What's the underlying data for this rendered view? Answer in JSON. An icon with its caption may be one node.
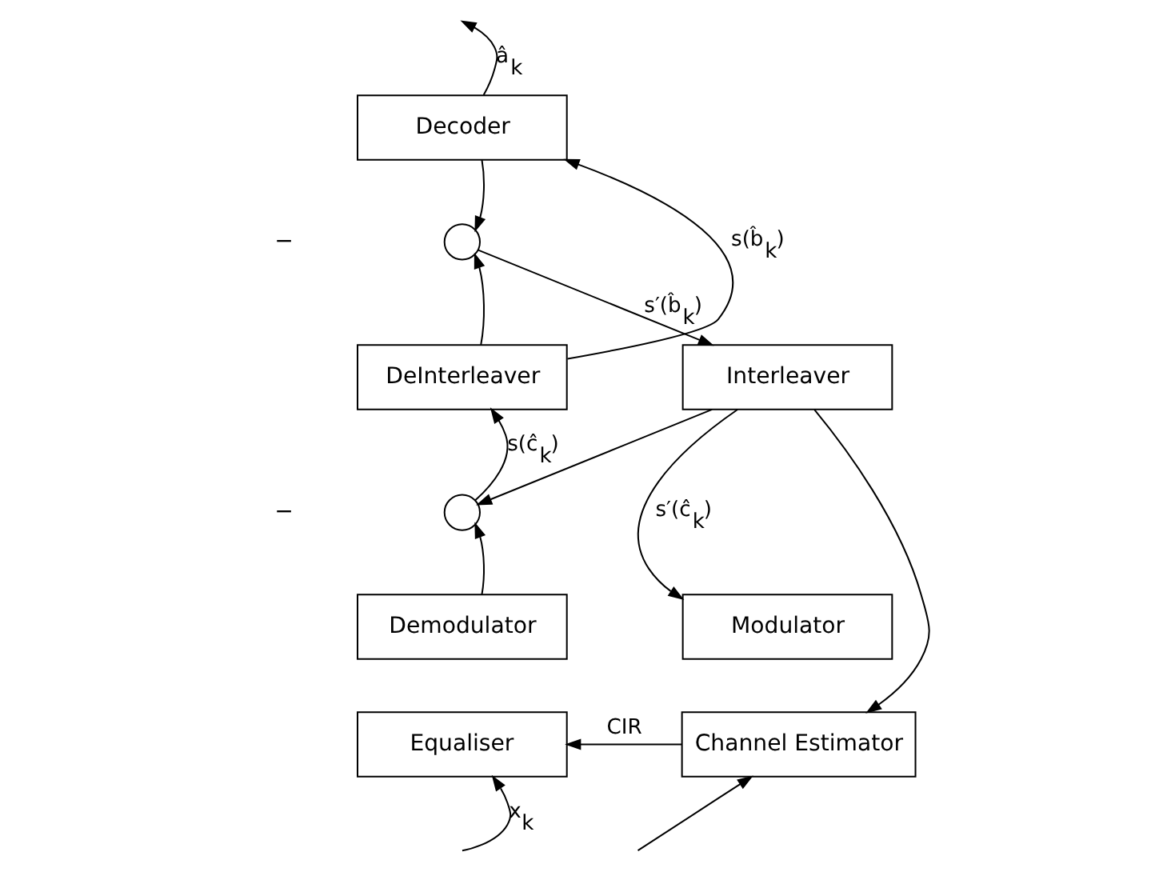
{
  "diagram": {
    "nodes": [
      {
        "text": [
          "Decoder"
        ]
      },
      {
        "text": [
          "DeInterleaver"
        ]
      },
      {
        "text": [
          "Interleaver"
        ]
      },
      {
        "text": [
          "Demodulator"
        ]
      },
      {
        "text": [
          "Modulator"
        ]
      },
      {
        "text": [
          "Equaliser"
        ]
      },
      {
        "text": [
          "Channel Estimator"
        ]
      },
      {
        "text": [],
        "shape": "circle"
      },
      {
        "text": [],
        "shape": "circle"
      }
    ],
    "edges": [
      {
        "from": 0,
        "to": null,
        "arrow": "to",
        "label": "â$_{k}$"
      },
      {
        "from": 1,
        "to": 0,
        "arrow": "to",
        "label": "s(b̂$_{k}$)"
      },
      {
        "from": 1,
        "to": 7,
        "arrow": "to"
      },
      {
        "from": 0,
        "to": 7,
        "arrow": "to"
      },
      {
        "from": 7,
        "to": 2,
        "arrow": "to",
        "label": "s′(b̂$_{k}$)"
      },
      {
        "from": 2,
        "to": 4,
        "arrow": "to",
        "label": "s′(ĉ$_{k}$)"
      },
      {
        "from": 2,
        "to": 8,
        "arrow": "to"
      },
      {
        "from": 2,
        "to": 6,
        "arrow": "to"
      },
      {
        "from": 3,
        "to": 8,
        "arrow": "to"
      },
      {
        "from": 8,
        "to": 1,
        "arrow": "to",
        "label": "s(ĉ$_{k}$)"
      },
      {
        "from": 6,
        "to": 5,
        "arrow": "to",
        "label": "CIR"
      },
      {
        "from": null,
        "to": 5,
        "arrow": "to",
        "label": "x$_{k}$"
      },
      {
        "from": null,
        "to": 6,
        "arrow": "to"
      }
    ],
    "labels": [
      "−",
      "−"
    ]
  }
}
